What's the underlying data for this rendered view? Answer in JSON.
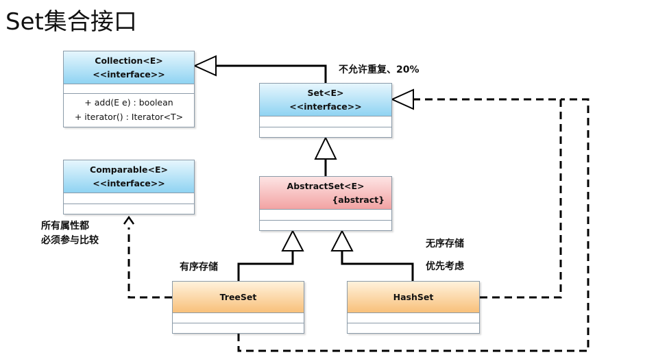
{
  "slide": {
    "title": "Set集合接口"
  },
  "classes": {
    "collection": {
      "name": "Collection<E>",
      "stereotype": "<<interface>>",
      "methods": [
        "+ add(E e) : boolean",
        "+ iterator() : Iterator<T>"
      ]
    },
    "set": {
      "name": "Set<E>",
      "stereotype": "<<interface>>"
    },
    "comparable": {
      "name": "Comparable<E>",
      "stereotype": "<<interface>>"
    },
    "abstract_set": {
      "name": "AbstractSet<E>",
      "modifier": "{abstract}"
    },
    "tree_set": {
      "name": "TreeSet"
    },
    "hash_set": {
      "name": "HashSet"
    }
  },
  "notes": {
    "set_note": "不允许重复、20%",
    "comparable_line1": "所有属性都",
    "comparable_line2": "必须参与比较",
    "tree_note": "有序存储",
    "hash_line1": "无序存储",
    "hash_line2": "优先考虑"
  },
  "colors": {
    "interface_fill": "#8fd3f2",
    "abstract_fill": "#f2a3a3",
    "class_fill": "#f8c07a",
    "line": "#000000"
  }
}
